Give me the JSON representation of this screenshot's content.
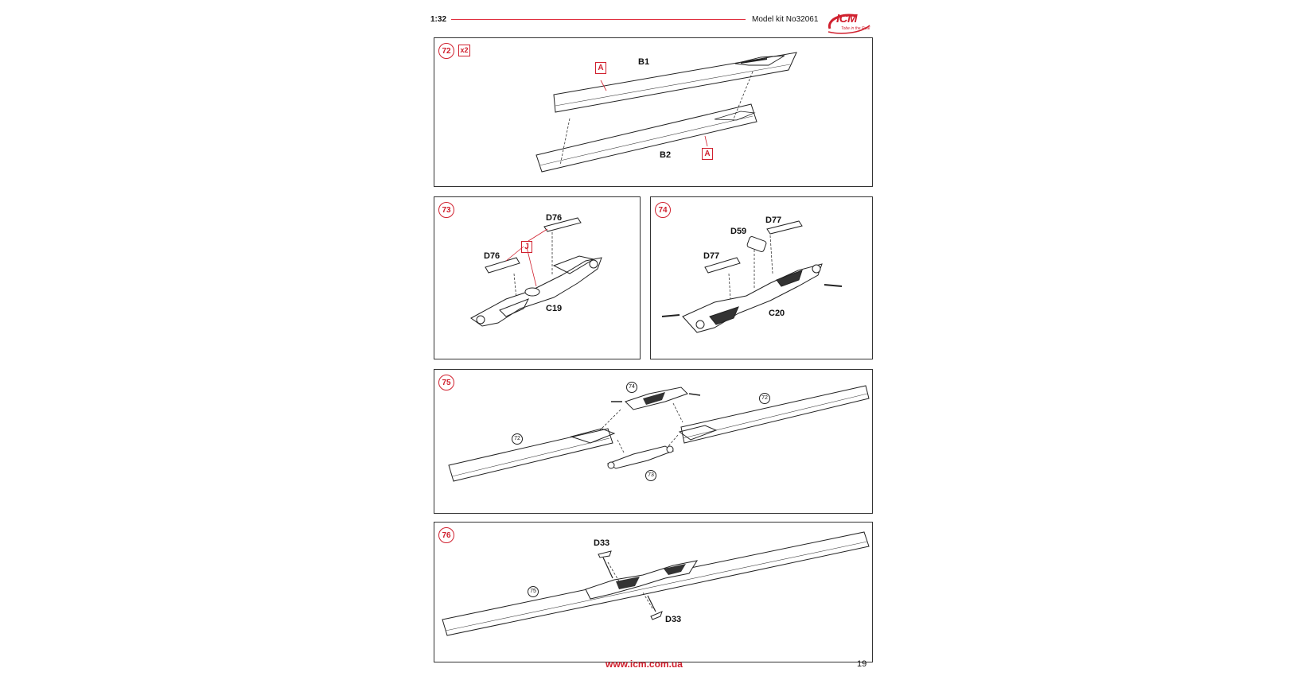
{
  "header": {
    "scale": "1:32",
    "kit": "Model kit No32061",
    "logo_text": "ICM",
    "logo_tagline": "Tobe in the Real"
  },
  "steps": [
    {
      "number": "72",
      "multiplier": "x2",
      "parts": [
        "B1",
        "B2"
      ],
      "color_codes": [
        "A",
        "A"
      ]
    },
    {
      "number": "73",
      "parts": [
        "D76",
        "D76",
        "C19"
      ],
      "color_codes": [
        "J"
      ]
    },
    {
      "number": "74",
      "parts": [
        "D77",
        "D59",
        "D77",
        "C20"
      ]
    },
    {
      "number": "75",
      "refs": [
        "74",
        "72",
        "72",
        "73"
      ]
    },
    {
      "number": "76",
      "parts": [
        "D33",
        "D33"
      ],
      "refs": [
        "75"
      ]
    }
  ],
  "colors": {
    "accent": "#d0202e",
    "line": "#333333"
  },
  "footer": {
    "url": "www.icm.com.ua",
    "page": "19"
  }
}
